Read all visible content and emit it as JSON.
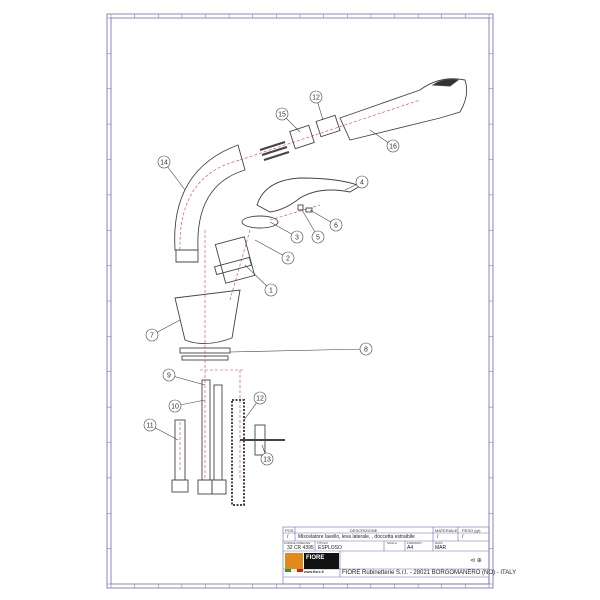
{
  "drawing": {
    "callouts": [
      "12",
      "15",
      "16",
      "14",
      "4",
      "6",
      "5",
      "3",
      "2",
      "1",
      "7",
      "8",
      "9",
      "10",
      "11",
      "12",
      "13"
    ]
  },
  "title_block": {
    "pos_label": "POS.",
    "description_label": "DESCRIZIONE",
    "material_label": "MATERIALE",
    "weight_label": "PESO (gr)",
    "pos_value": "/",
    "description_value": "Miscelatore lavello, leva laterale, , doccetta estraibile",
    "material_value": "/",
    "weight_value": "/",
    "code_label": "CODICE DISEGNO",
    "code_value": "32 CR 4395",
    "title_label": "TITOLO",
    "title_value": "ESPLOSO",
    "scale_label": "SCALA",
    "format_label": "FORMATO",
    "format_value": "A4",
    "date_label": "DATA",
    "date_value": "MAR",
    "company": "FIORE Rubinetterie S.r.l. - 28021 BORGOMANERO (NO) - ITALY",
    "logo_text": "FIORE",
    "logo_url_text": "www.fiore.it"
  },
  "colors": {
    "frame": "#6b6bb8",
    "line": "#444444",
    "axis": "#d04040"
  }
}
